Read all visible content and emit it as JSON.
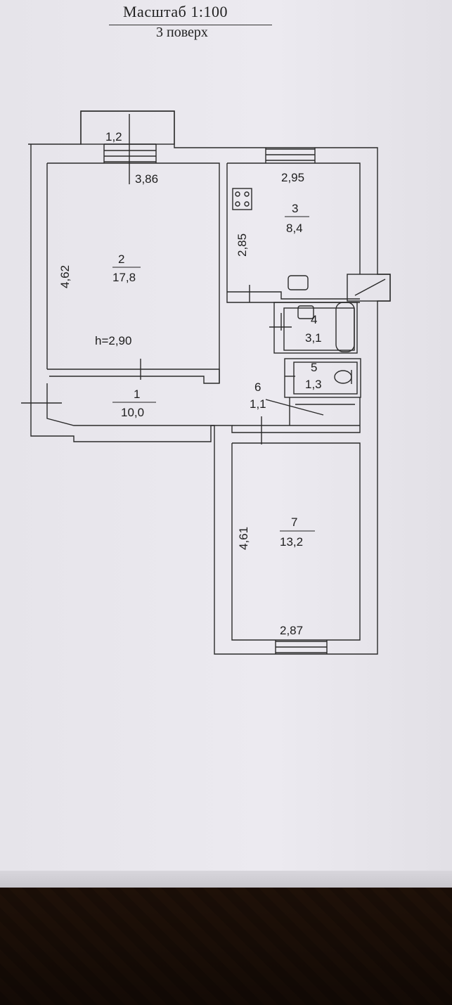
{
  "header": {
    "scale": "Масштаб 1:100",
    "floor": "3 поверх"
  },
  "rooms": [
    {
      "number": "1",
      "area": "10,0"
    },
    {
      "number": "2",
      "area": "17,8"
    },
    {
      "number": "3",
      "area": "8,4"
    },
    {
      "number": "4",
      "area": "3,1"
    },
    {
      "number": "5",
      "area": "1,3"
    },
    {
      "number": "6",
      "area": "1,1"
    },
    {
      "number": "7",
      "area": "13,2"
    }
  ],
  "dimensions": {
    "balcony": "1,2",
    "room2_width": "3,86",
    "room2_length": "4,62",
    "room3_width": "2,95",
    "room3_length": "2,85",
    "room7_length": "4,61",
    "room7_width": "2,87"
  },
  "ceiling_height": "h=2,90"
}
